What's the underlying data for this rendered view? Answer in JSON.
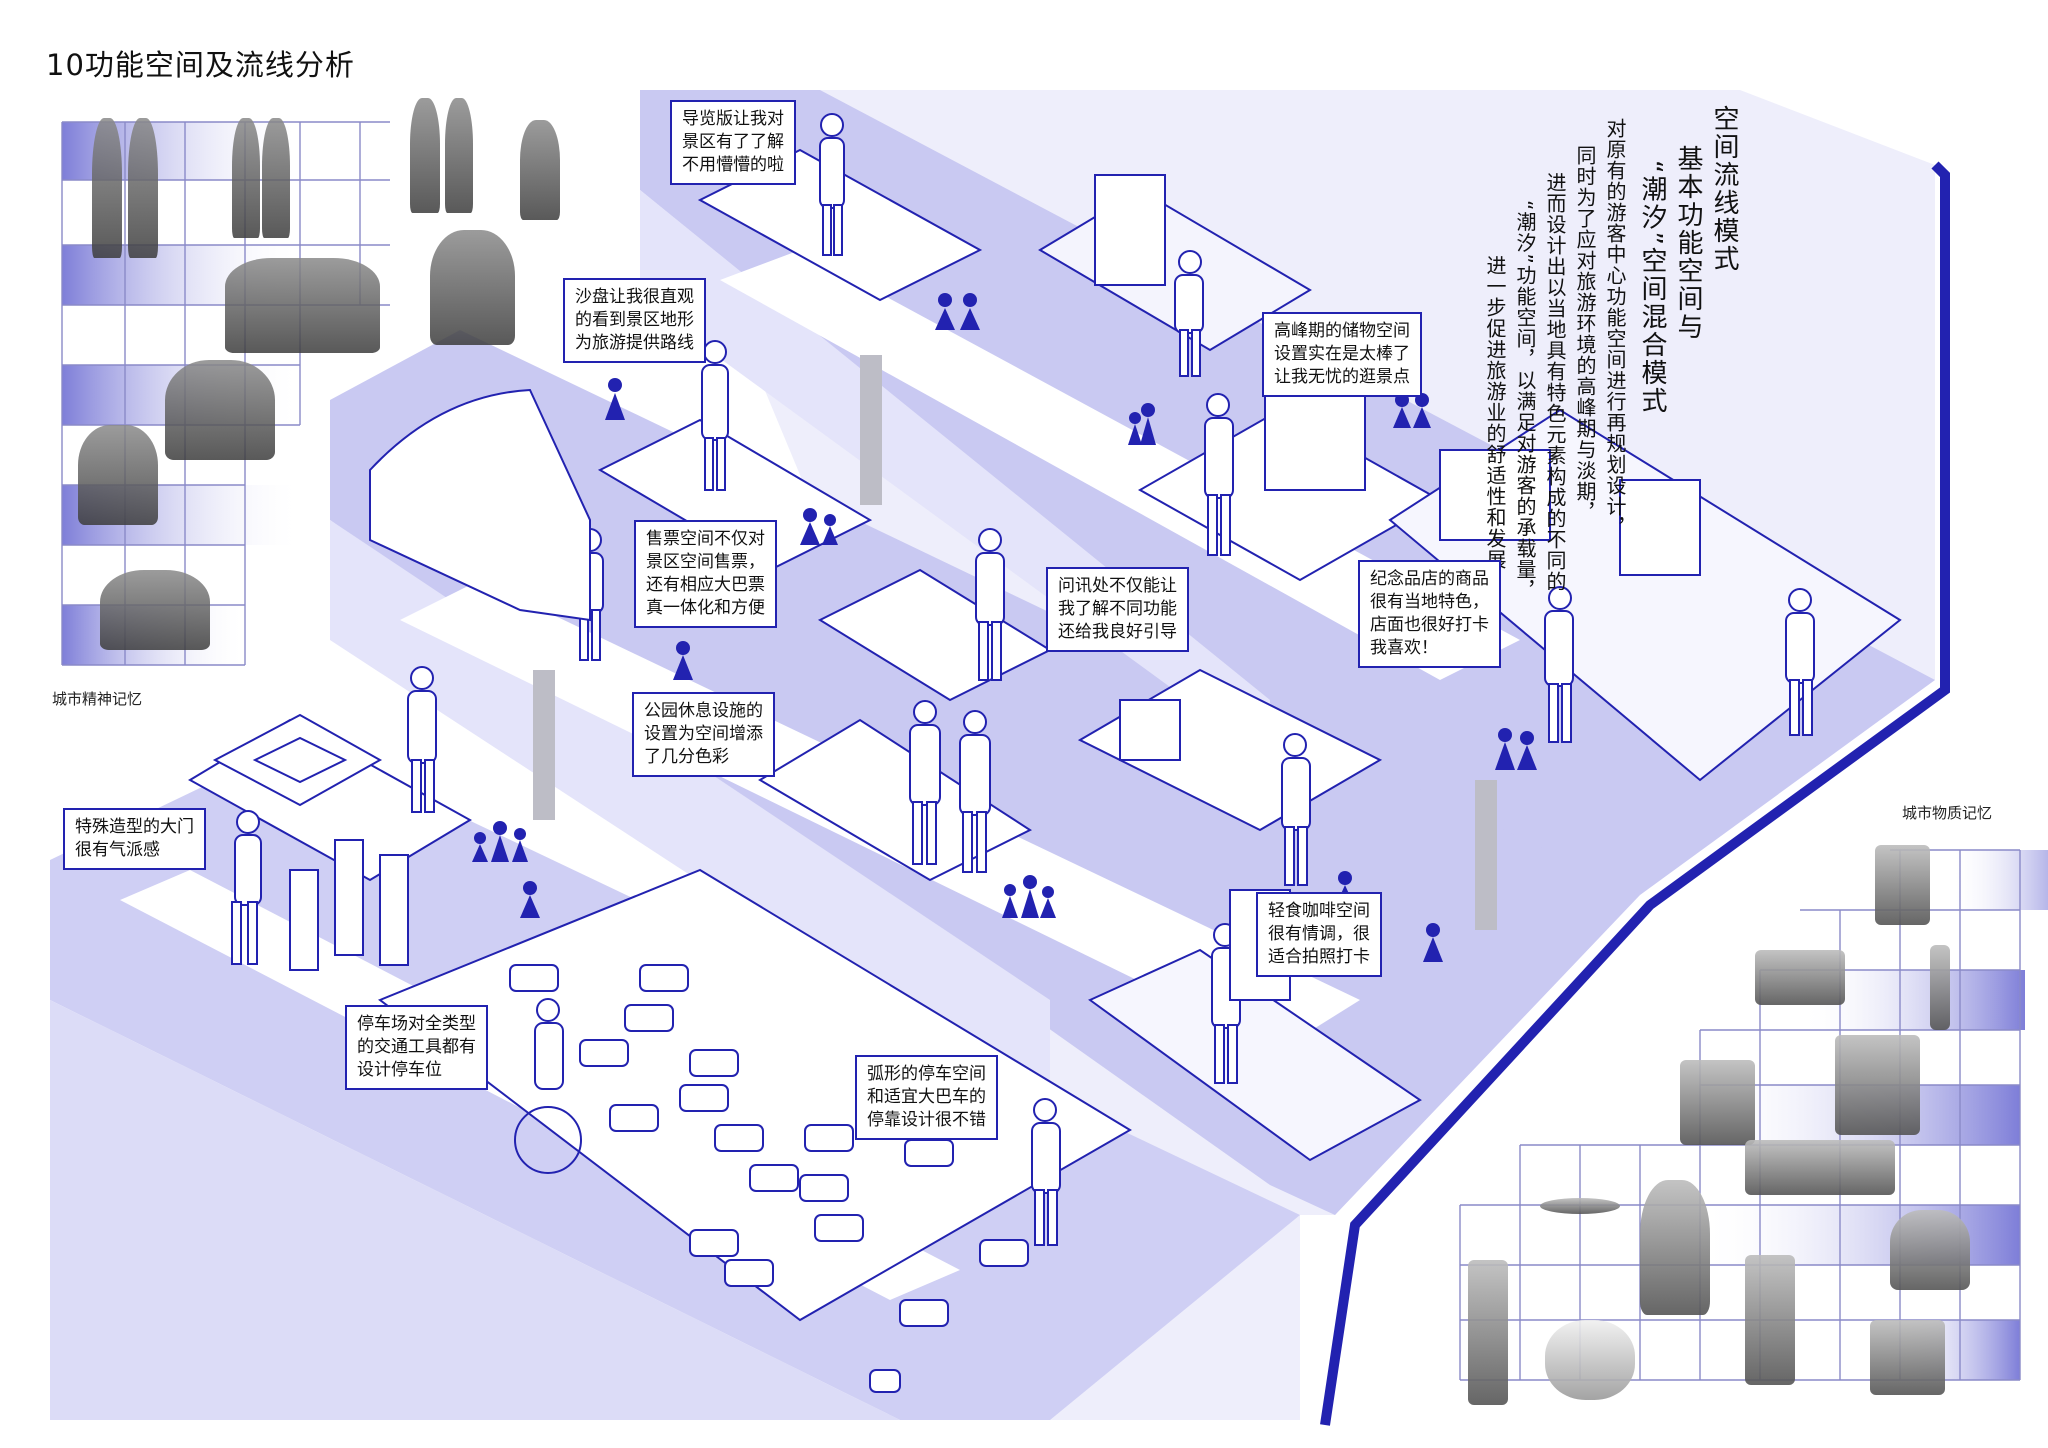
{
  "title": "10功能空间及流线分析",
  "concept": {
    "heading_col1": "空间流线模式",
    "heading_col2": "基本功能空间与",
    "heading_col3": "“潮汐”空间混合模式",
    "body": [
      "对原有的游客中心功能空间进行再规划设计，",
      "同时为了应对旅游环境的高峰期与淡期，",
      "进而设计出以当地具有特色元素构成的不同的",
      "“潮汐”功能空间，以满足对游客的承载量，",
      "进一步促进旅游业的舒适性和发展"
    ]
  },
  "callouts": {
    "guide_board": "导览版让我对\n景区有了了解\n不用懵懵的啦",
    "sand_table": "沙盘让我很直观\n的看到景区地形\n为旅游提供路线",
    "storage": "高峰期的储物空间\n设置实在是太棒了\n让我无忧的逛景点",
    "ticket": "售票空间不仅对\n景区空间售票，\n还有相应大巴票\n真一体化和方便",
    "inquiry": "问讯处不仅能让\n我了解不同功能\n还给我良好引导",
    "souvenir": "纪念品店的商品\n很有当地特色，\n店面也很好打卡\n我喜欢！",
    "park_rest": "公园休息设施的\n设置为空间增添\n了几分色彩",
    "gate": "特殊造型的大门\n很有气派感",
    "cafe": "轻食咖啡空间\n很有情调，很\n适合拍照打卡",
    "parking": "停车场对全类型\n的交通工具都有\n设计停车位",
    "arc_parking": "弧形的停车空间\n和适宜大巴车的\n停靠设计很不错"
  },
  "labels": {
    "spirit_memory": "城市精神记忆",
    "material_memory": "城市物质记忆"
  },
  "colors": {
    "accent": "#2222b0",
    "floor": "#c9c9f2",
    "floor_light": "#e4e4fa",
    "wall": "#eeeefb",
    "path": "#ffffff",
    "grid_fill": "#8e8ee0"
  }
}
